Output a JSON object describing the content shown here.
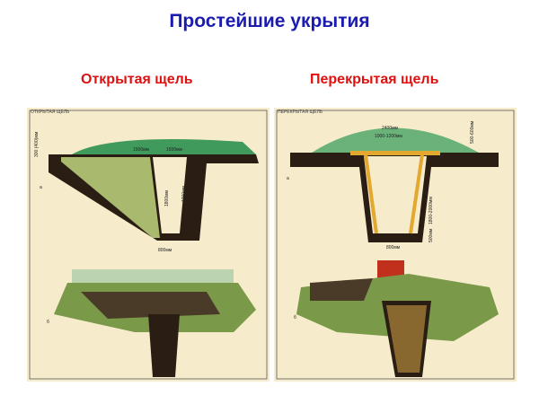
{
  "title": "Простейшие укрытия",
  "left": {
    "heading": "Открытая щель",
    "caption": "ОТКРЫТАЯ ЩЕЛЬ",
    "dims": [
      "300 (400)мм",
      "1500мм",
      "1500мм",
      "1800мм",
      "1200мм",
      "800мм"
    ],
    "fig_a": "а",
    "fig_b": "б"
  },
  "right": {
    "heading": "Перекрытая щель",
    "caption": "ПЕРЕКРЫТАЯ ЩЕЛЬ",
    "dims": [
      "2400мм",
      "1000-1200мм",
      "500-600мм",
      "1800-2000мм",
      "500мм",
      "800мм"
    ],
    "fig_a": "а",
    "fig_b": "б"
  },
  "colors": {
    "title": "#1b1bb0",
    "heading": "#e01010",
    "paper": "#f6eccb",
    "soil": "#2a1e14",
    "grass": "#5fae6a"
  }
}
